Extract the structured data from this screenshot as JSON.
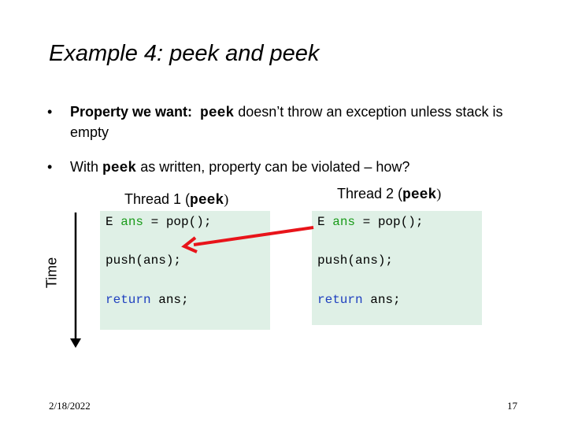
{
  "slide": {
    "title": "Example 4: peek and peek",
    "bullets": [
      {
        "bold_lead": "Property we want:",
        "code": "peek",
        "rest": " doesn’t throw an exception unless stack is empty"
      },
      {
        "lead": "With ",
        "code": "peek",
        "rest": " as written, property can be violated – how?"
      }
    ],
    "threads": [
      {
        "label_prefix": "Thread 1 (",
        "label_code": "peek",
        "label_suffix": ")",
        "code_lines": [
          {
            "kw": "E",
            "var": " ans",
            "rest": " = pop();"
          },
          {
            "text": "push(ans);"
          },
          {
            "kw_blue": "return",
            "rest": " ans;"
          }
        ]
      },
      {
        "label_prefix": "Thread 2 (",
        "label_code": "peek",
        "label_suffix": ")",
        "code_lines": [
          {
            "kw": "E",
            "var": " ans",
            "rest": " = pop();"
          },
          {
            "text": "push(ans);"
          },
          {
            "kw_blue": "return",
            "rest": " ans;"
          }
        ]
      }
    ],
    "time_label": "Time",
    "footer": {
      "date": "2/18/2022",
      "page": "17"
    },
    "colors": {
      "code_bg": "#dff0e6",
      "keyword_green": "#1a9b1a",
      "keyword_blue": "#1e3fbf",
      "arrow_red": "#e8141a"
    }
  }
}
